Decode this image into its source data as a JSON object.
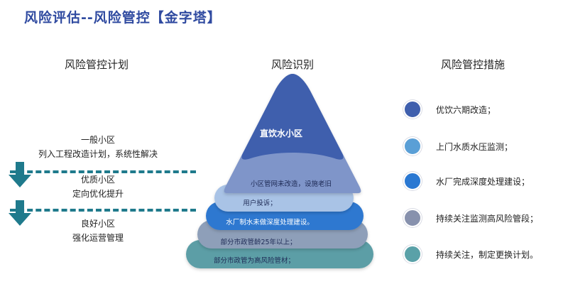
{
  "title": "风险评估--风险管控【金字塔】",
  "columns": {
    "plan": "风险管控计划",
    "identify": "风险识别",
    "measures": "风险管控措施"
  },
  "plan": {
    "general": {
      "name": "一般小区",
      "detail": "列入工程改造计划，系统性解决"
    },
    "quality": {
      "name": "优质小区",
      "detail": "定向优化提升"
    },
    "good": {
      "name": "良好小区",
      "detail": "强化运营管理"
    }
  },
  "pyramid": {
    "top_label": "直饮水小区",
    "layers": [
      {
        "text": "小区管网未改造，设施老旧",
        "color": "#7f95c9"
      },
      {
        "text": "用户投诉；",
        "color": "#a9c3e6"
      },
      {
        "text": "水厂制水未做深度处理建设。",
        "color": "#2f78d0"
      },
      {
        "text": "部分市政管龄25年以上；",
        "color": "#8e9fb9"
      },
      {
        "text": "部分市政管为高风险管材；",
        "color": "#5c9ea6"
      }
    ],
    "colors": {
      "top": "#3f5fad"
    }
  },
  "measures": [
    {
      "text": "优饮六期改造；",
      "color": "#3f5fad"
    },
    {
      "text": "上门水质水压监测；",
      "color": "#5a9fd6"
    },
    {
      "text": "水厂完成深度处理建设；",
      "color": "#2a78d2"
    },
    {
      "text": "持续关注监测高风险管段；",
      "color": "#8791ad"
    },
    {
      "text": "持续关注，制定更换计划。",
      "color": "#5aa1a8"
    }
  ],
  "accent": "#1f7a8c"
}
